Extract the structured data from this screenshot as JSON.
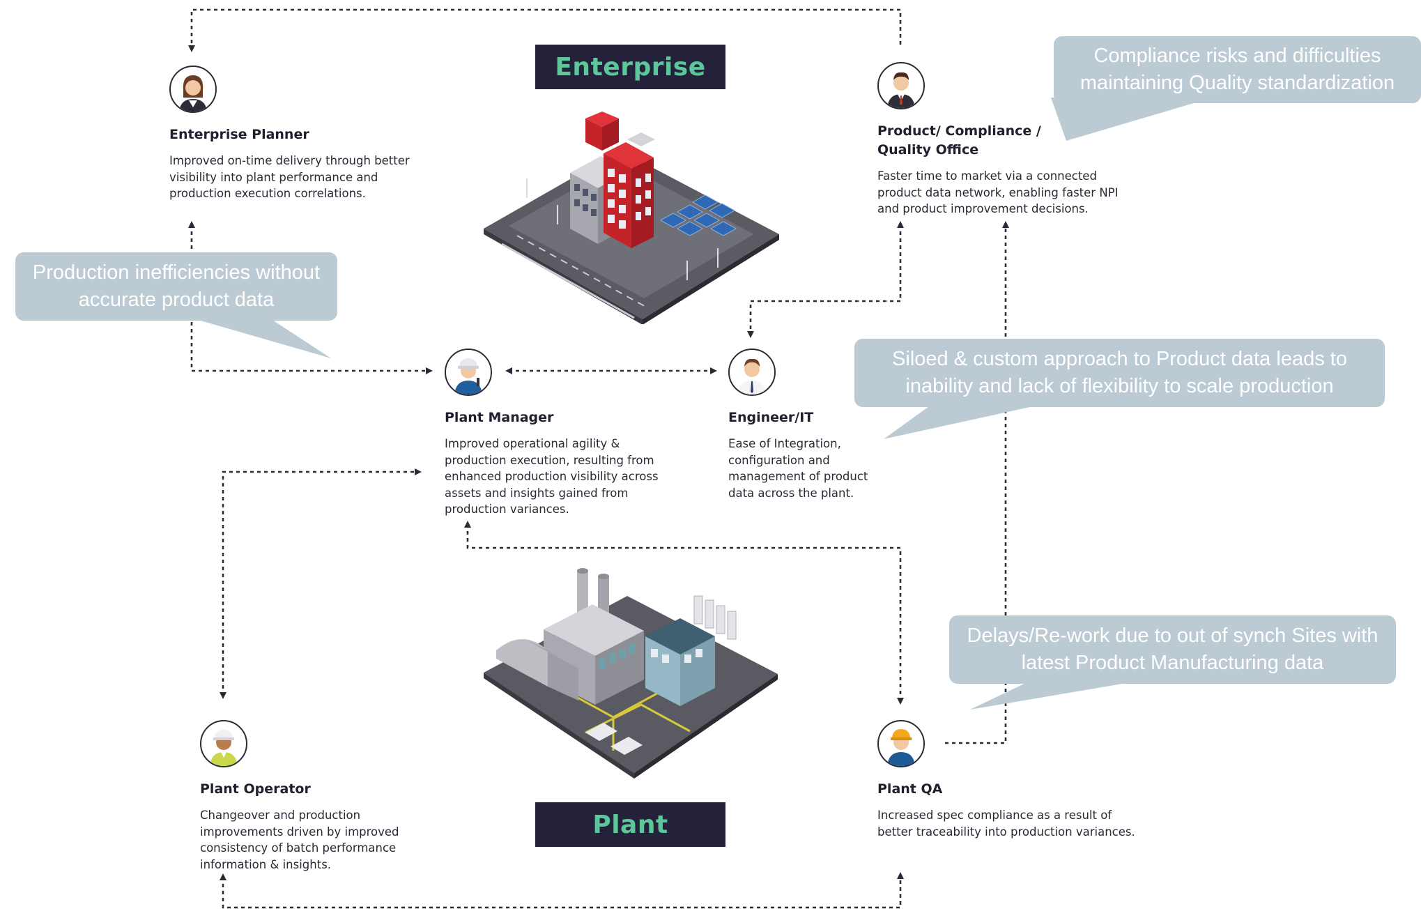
{
  "banners": {
    "enterprise": "Enterprise",
    "plant": "Plant"
  },
  "personas": {
    "enterprise_planner": {
      "role": "Enterprise Planner",
      "desc": "Improved on-time delivery through better visibility into plant performance and production execution correlations.",
      "icon": "businesswoman-avatar-icon"
    },
    "compliance_office": {
      "role": "Product/ Compliance / Quality Office",
      "desc": "Faster time to market via a connected product data network, enabling faster NPI and product improvement decisions.",
      "icon": "businessman-avatar-icon"
    },
    "plant_manager": {
      "role": "Plant Manager",
      "desc": "Improved operational agility & production execution, resulting from enhanced production visibility across assets and insights gained from production variances.",
      "icon": "plant-manager-avatar-icon"
    },
    "engineer_it": {
      "role": "Engineer/IT",
      "desc": "Ease of Integration, configuration and management of product data across the plant.",
      "icon": "engineer-avatar-icon"
    },
    "plant_operator": {
      "role": "Plant Operator",
      "desc": "Changeover and production improvements driven by improved consistency of batch performance information & insights.",
      "icon": "operator-avatar-icon"
    },
    "plant_qa": {
      "role": "Plant QA",
      "desc": "Increased spec compliance as a result of better traceability into production variances.",
      "icon": "qa-hardhat-avatar-icon"
    }
  },
  "callouts": {
    "compliance": "Compliance risks and difficulties maintaining Quality standardization",
    "production": "Production inefficiencies without accurate product data",
    "siloed": "Siloed & custom approach to Product data leads to inability and lack of flexibility to scale production",
    "delays": "Delays/Re-work due to out of synch Sites with latest Product Manufacturing data"
  },
  "colors": {
    "banner_bg": "#24213a",
    "banner_text": "#5cc79a",
    "callout_bg": "#bccad3",
    "connector": "#2b2b38"
  },
  "illustrations": {
    "enterprise": "office-building-illustration",
    "plant": "factory-illustration"
  }
}
